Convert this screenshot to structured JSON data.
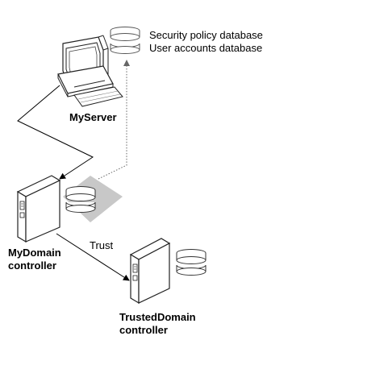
{
  "diagram": {
    "db_labels": [
      "Security policy database",
      "User accounts database"
    ],
    "nodes": {
      "myserver": {
        "label": "MyServer",
        "icon": "workstation-icon"
      },
      "mydomain": {
        "label_line1": "MyDomain",
        "label_line2": "controller",
        "icon": "server-tower-icon"
      },
      "trusteddomain": {
        "label_line1": "TrustedDomain",
        "label_line2": "controller",
        "icon": "server-tower-icon"
      }
    },
    "edges": [
      {
        "from": "myserver",
        "to": "mydomain",
        "style": "solid"
      },
      {
        "from": "mydomain",
        "to": "databases",
        "style": "dotted"
      },
      {
        "from": "mydomain",
        "to": "trusteddomain",
        "style": "solid",
        "label": "Trust"
      }
    ]
  }
}
